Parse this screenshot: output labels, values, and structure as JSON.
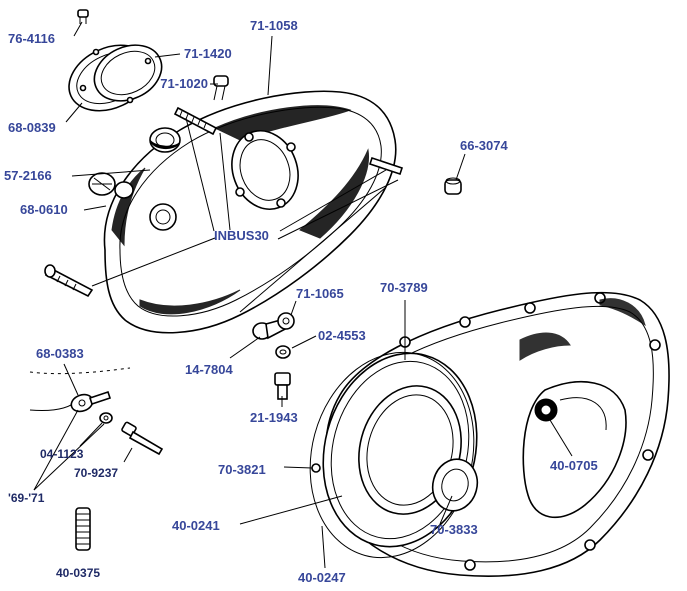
{
  "labels": {
    "p76_4116": "76-4116",
    "p71_1058": "71-1058",
    "p71_1420": "71-1420",
    "p71_1020": "71-1020",
    "p68_0839": "68-0839",
    "p57_2166": "57-2166",
    "p68_0610": "68-0610",
    "p66_3074": "66-3074",
    "inbus30": "INBUS30",
    "p71_1065": "71-1065",
    "p70_3789": "70-3789",
    "p02_4553": "02-4553",
    "p68_0383": "68-0383",
    "p14_7804": "14-7804",
    "p21_1943": "21-1943",
    "p04_1123": "04-1123",
    "p70_9237": "70-9237",
    "years": "'69-'71",
    "p70_3821": "70-3821",
    "p40_0705": "40-0705",
    "p40_0241": "40-0241",
    "p70_3833": "70-3833",
    "p40_0375": "40-0375",
    "p40_0247": "40-0247"
  },
  "colors": {
    "label": "#37479a",
    "line": "#000000",
    "background": "#ffffff"
  }
}
